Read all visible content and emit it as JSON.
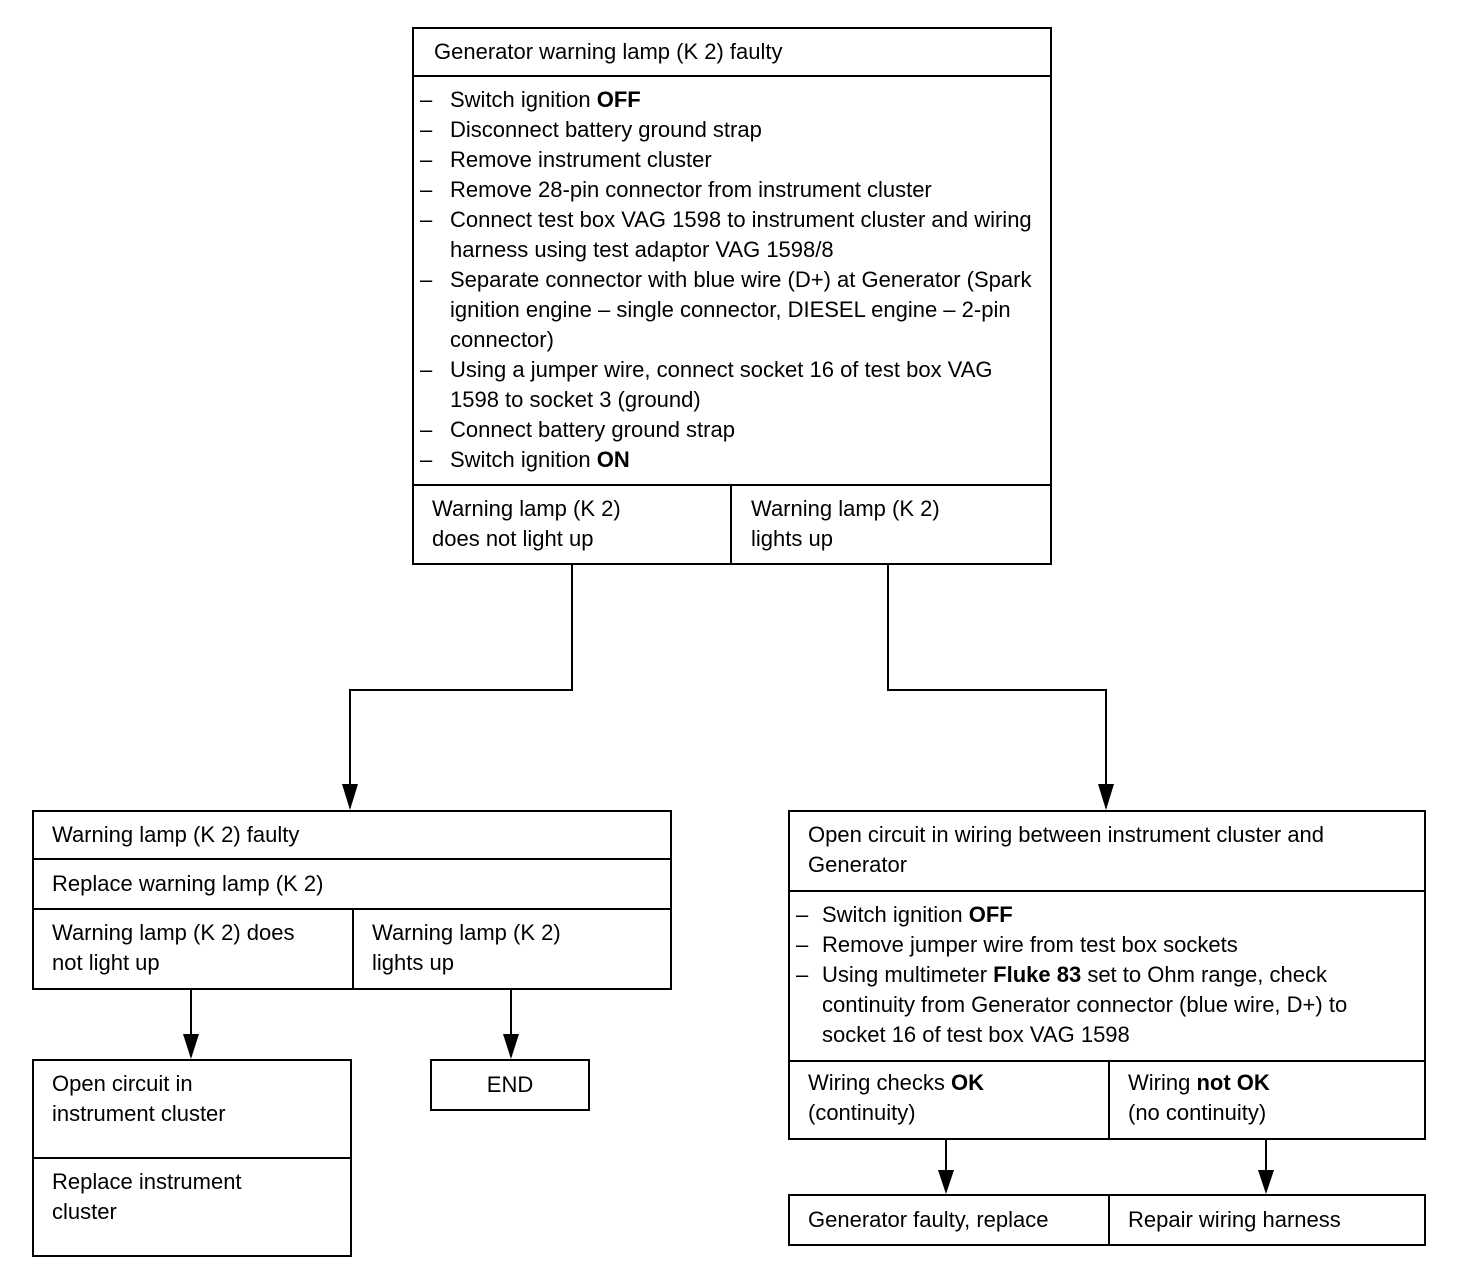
{
  "top_box": {
    "title": "Generator warning lamp (K 2) faulty",
    "steps": [
      {
        "pre": "Switch ignition ",
        "bold": "OFF",
        "post": ""
      },
      {
        "pre": "Disconnect battery ground strap",
        "bold": "",
        "post": ""
      },
      {
        "pre": "Remove instrument cluster",
        "bold": "",
        "post": ""
      },
      {
        "pre": "Remove 28-pin connector from instrument cluster",
        "bold": "",
        "post": ""
      },
      {
        "pre": "Connect test box VAG 1598 to instrument cluster and wiring harness using test adaptor VAG 1598/8",
        "bold": "",
        "post": ""
      },
      {
        "pre": "Separate connector with blue wire (D+) at Generator (Spark ignition engine – single connector, DIESEL engine – 2-pin connector)",
        "bold": "",
        "post": ""
      },
      {
        "pre": "Using a jumper wire, connect socket 16 of test box VAG 1598 to socket 3 (ground)",
        "bold": "",
        "post": ""
      },
      {
        "pre": "Connect battery ground strap",
        "bold": "",
        "post": ""
      },
      {
        "pre": "Switch ignition ",
        "bold": "ON",
        "post": ""
      }
    ],
    "outcome_left": [
      "Warning lamp (K 2)",
      "does not light up"
    ],
    "outcome_right": [
      "Warning lamp (K 2)",
      "lights up"
    ]
  },
  "left_box": {
    "title": "Warning lamp (K 2) faulty",
    "action": "Replace warning lamp (K 2)",
    "outcome_left": [
      "Warning lamp (K 2) does",
      "not light up"
    ],
    "outcome_right": [
      "Warning lamp (K 2)",
      "lights up"
    ]
  },
  "cluster_box": {
    "title": [
      "Open circuit in",
      "instrument cluster"
    ],
    "action": [
      "Replace instrument",
      "cluster"
    ]
  },
  "end_box": {
    "label": "END"
  },
  "right_box": {
    "title": [
      "Open circuit in wiring between instrument cluster and",
      "Generator"
    ],
    "steps": [
      {
        "pre": "Switch ignition ",
        "bold": "OFF",
        "post": ""
      },
      {
        "pre": "Remove jumper wire from test box sockets",
        "bold": "",
        "post": ""
      },
      {
        "pre": "Using multimeter ",
        "bold": "Fluke 83",
        "post": " set to Ohm range, check continuity from Generator connector (blue wire, D+) to socket 16 of test box VAG 1598"
      }
    ],
    "outcome_left": {
      "pre": "Wiring checks ",
      "bold": "OK",
      "line2": "(continuity)"
    },
    "outcome_right": {
      "pre": "Wiring ",
      "bold": "not OK",
      "line2": "(no continuity)"
    }
  },
  "result_box": {
    "left": "Generator faulty, replace",
    "right": "Repair wiring harness"
  },
  "dash_glyph": "–"
}
